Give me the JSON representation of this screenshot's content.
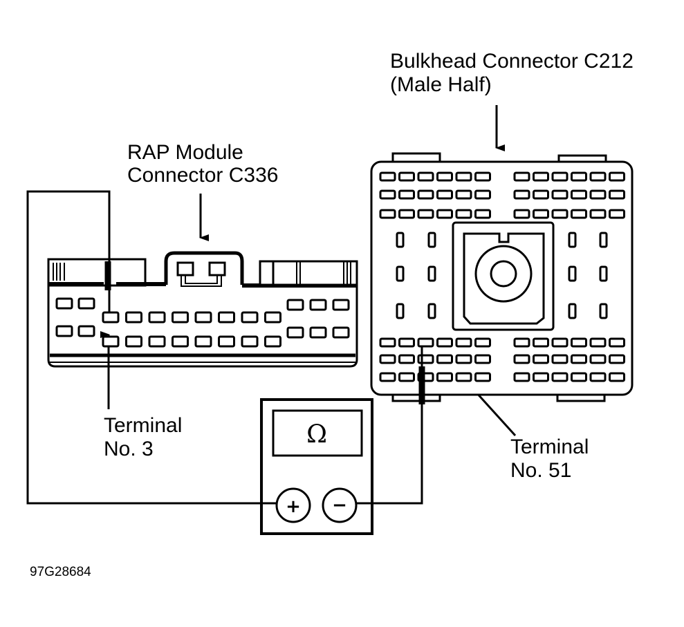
{
  "diagram": {
    "figure_id": "97G28684",
    "colors": {
      "ink": "#000000",
      "paper": "#ffffff"
    },
    "labels": {
      "bulkhead_line1": "Bulkhead Connector C212",
      "bulkhead_line2": "(Male Half)",
      "rap_line1": "RAP Module",
      "rap_line2": "Connector C336",
      "term3_line1": "Terminal",
      "term3_line2": "No. 3",
      "term51_line1": "Terminal",
      "term51_line2": "No. 51"
    },
    "meter": {
      "mode_symbol": "Ω",
      "positive_symbol": "+",
      "negative_symbol": "−"
    },
    "components": [
      {
        "id": "rap-module-connector",
        "name": "RAP Module Connector C336",
        "probed_terminal": 3
      },
      {
        "id": "bulkhead-connector",
        "name": "Bulkhead Connector C212 (Male Half)",
        "probed_terminal": 51
      },
      {
        "id": "ohmmeter",
        "name": "Ohmmeter",
        "mode": "Ω"
      }
    ],
    "connections": [
      {
        "from": "ohmmeter +",
        "to": "RAP Module Connector C336 Terminal No. 3"
      },
      {
        "from": "ohmmeter −",
        "to": "Bulkhead Connector C212 Terminal No. 51"
      }
    ]
  }
}
